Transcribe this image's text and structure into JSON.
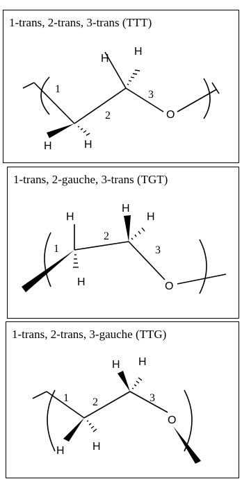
{
  "panels": [
    {
      "title": "1-trans, 2-trans, 3-trans (TTT)",
      "bond_labels": [
        "1",
        "2",
        "3"
      ],
      "atoms": {
        "H1": "H",
        "H2": "H",
        "H3": "H",
        "H4": "H",
        "O": "O"
      }
    },
    {
      "title": "1-trans, 2-gauche, 3-trans (TGT)",
      "bond_labels": [
        "1",
        "2",
        "3"
      ],
      "atoms": {
        "H1": "H",
        "H2": "H",
        "H3": "H",
        "H4": "H",
        "O": "O"
      }
    },
    {
      "title": "1-trans, 2-trans, 3-gauche (TTG)",
      "bond_labels": [
        "1",
        "2",
        "3"
      ],
      "atoms": {
        "H1": "H",
        "H2": "H",
        "H3": "H",
        "H4": "H",
        "O": "O"
      }
    }
  ],
  "colors": {
    "stroke": "#000000",
    "background": "#ffffff"
  }
}
